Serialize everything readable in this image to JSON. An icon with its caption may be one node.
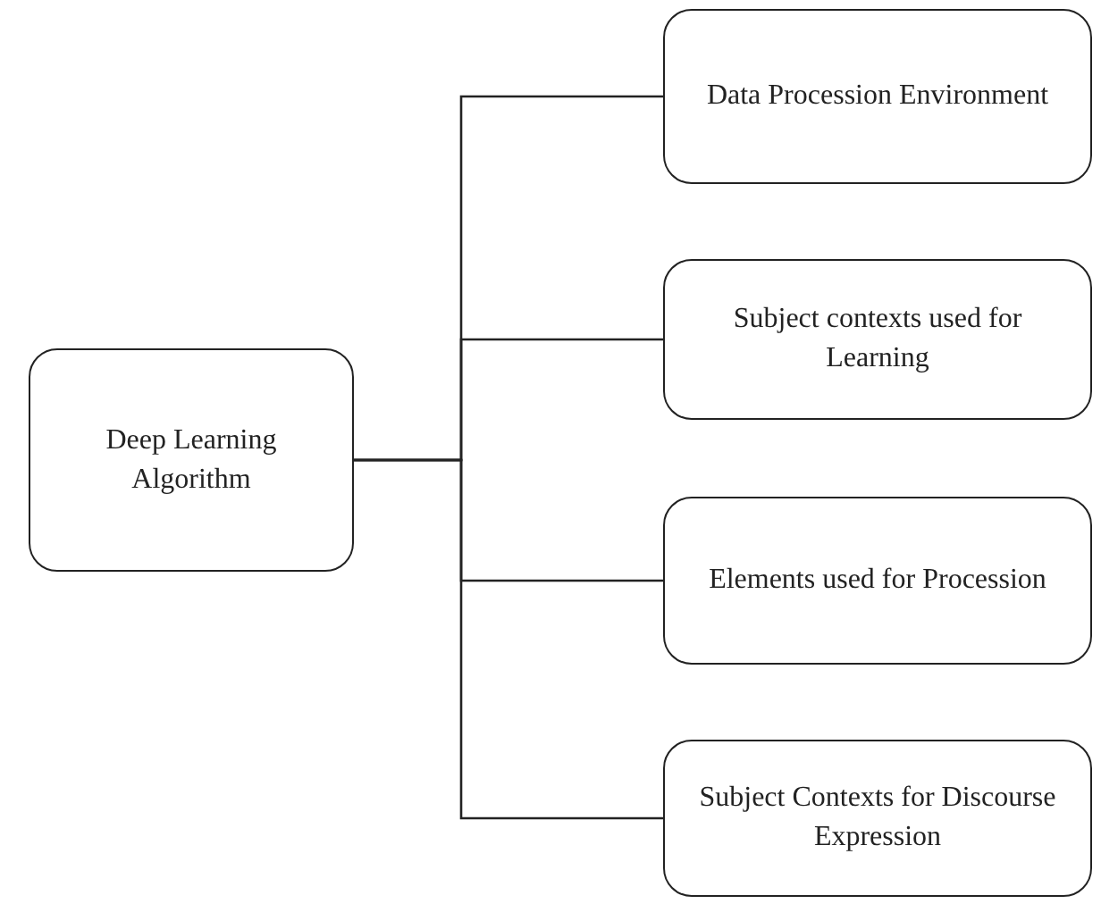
{
  "diagram": {
    "nodes": [
      {
        "text": [
          "Deep Learning Algorithm"
        ]
      },
      {
        "text": [
          "Data Procession Environment"
        ]
      },
      {
        "text": [
          "Subject contexts used for Learning"
        ]
      },
      {
        "text": [
          "Elements used for Procession"
        ]
      },
      {
        "text": [
          "Subject Contexts for Discourse Expression"
        ]
      }
    ],
    "edges": [
      {
        "from": 0,
        "to": 1,
        "arrow": "none"
      },
      {
        "from": 0,
        "to": 2,
        "arrow": "none"
      },
      {
        "from": 0,
        "to": 3,
        "arrow": "none"
      },
      {
        "from": 0,
        "to": 4,
        "arrow": "none"
      }
    ]
  }
}
